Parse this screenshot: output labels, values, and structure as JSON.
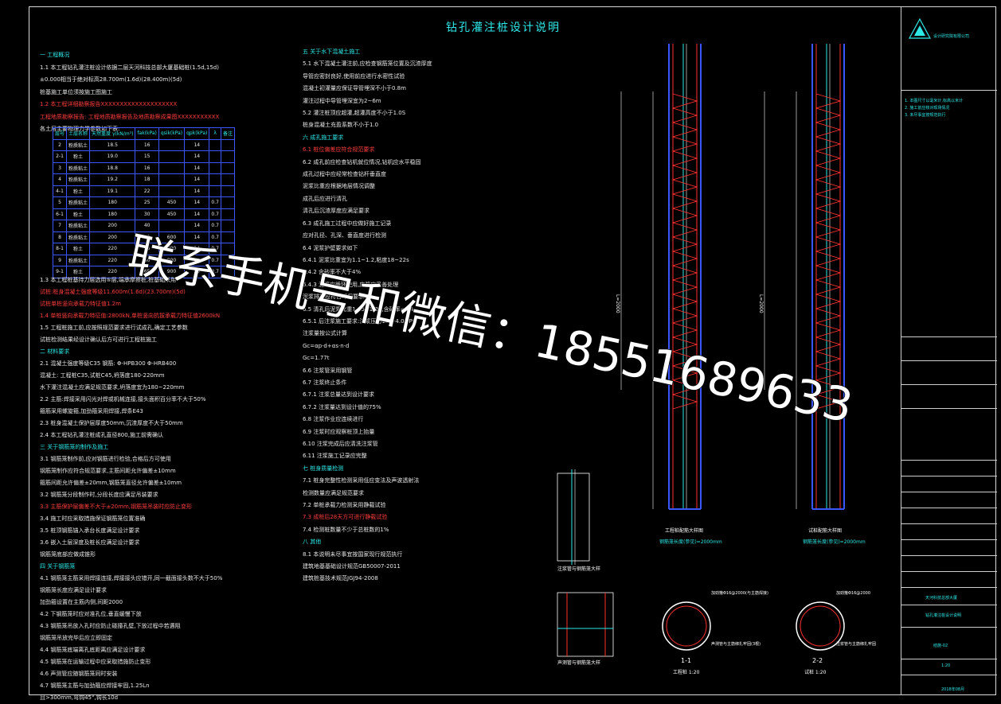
{
  "drawing_title": "钻孔灌注桩设计说明",
  "left_column": [
    {
      "t": "一    工程概况",
      "cls": "c"
    },
    {
      "t": "1.1    本工程钻孔灌注桩设计依据二层天河科技总部大厦基础桩(1.5d,15d)",
      "cls": ""
    },
    {
      "t": "       ±0.000相当于绝对标高28.700m(1.6d)(28.400m)(5d)",
      "cls": ""
    },
    {
      "t": "       桩基施工单位须按施工图施工",
      "cls": ""
    },
    {
      "t": "1.2    本工程详细勘察报告XXXXXXXXXXXXXXXXXXXX",
      "cls": "r"
    },
    {
      "t": "       工程地质勘察报告: 工程地质勘察报告及地质勘察成果图XXXXXXXXXXX",
      "cls": "r"
    },
    {
      "t": "       各土层主要物理力学参数如下表:",
      "cls": ""
    }
  ],
  "left_column_2": [
    {
      "t": "1.3    本工程桩基持力层选用⑤层,端承摩擦桩,桩基础采用",
      "cls": ""
    },
    {
      "t": "       试桩:桩身混凝土强度等级11.600m(1.6d)(23.700m)(5d)",
      "cls": "r"
    },
    {
      "t": "       试桩单桩竖向承载力特征值1.2m",
      "cls": "r"
    },
    {
      "t": "1.4    单桩竖向承载力特征值:2800kN,单桩竖向抗拔承载力特征值2600kN",
      "cls": "r"
    },
    {
      "t": "1.5    工程桩施工前,应按照规范要求进行试成孔,确定工艺参数",
      "cls": ""
    },
    {
      "t": "       试桩检测结果经设计确认后方可进行工程桩施工",
      "cls": ""
    },
    {
      "t": "二    材料要求",
      "cls": "c"
    },
    {
      "t": "2.1    混凝土强度等级C35      钢筋: Φ-HPB300  Φ-HRB400",
      "cls": ""
    },
    {
      "t": "       混凝土: 工程桩C35,试桩C45,坍落度180-220mm",
      "cls": ""
    },
    {
      "t": "       水下灌注混凝土应满足规范要求,坍落度宜为180~220mm",
      "cls": ""
    },
    {
      "t": "2.2    主筋:焊接采用闪光对焊或机械连接,接头面积百分率不大于50%",
      "cls": ""
    },
    {
      "t": "       箍筋采用螺旋箍,加劲箍采用焊接,焊条E43",
      "cls": ""
    },
    {
      "t": "2.3    桩身混凝土保护层厚度50mm,沉渣厚度不大于50mm",
      "cls": ""
    },
    {
      "t": "2.4    本工程钻孔灌注桩成孔直径800,施工前需确认",
      "cls": ""
    },
    {
      "t": "三    关于钢筋笼的制作及施工",
      "cls": "c"
    },
    {
      "t": "3.1    钢筋笼制作前,应对钢筋进行检验,合格后方可使用",
      "cls": ""
    },
    {
      "t": "       钢筋笼制作应符合规范要求,主筋间距允许偏差±10mm",
      "cls": ""
    },
    {
      "t": "       箍筋间距允许偏差±20mm,钢筋笼直径允许偏差±10mm",
      "cls": ""
    },
    {
      "t": "3.2    钢筋笼分段制作时,分段长度应满足吊装要求",
      "cls": ""
    },
    {
      "t": "3.3    主筋保护层偏差不大于±20mm,钢筋笼吊装时应防止变形",
      "cls": "r"
    },
    {
      "t": "3.4    施工时应采取措施保证钢筋笼位置准确",
      "cls": ""
    },
    {
      "t": "3.5    桩顶钢筋锚入承台长度满足设计要求",
      "cls": ""
    },
    {
      "t": "3.6    嵌入土层深度及桩长应满足设计要求",
      "cls": ""
    },
    {
      "t": "       钢筋笼底部应做成锥形",
      "cls": ""
    },
    {
      "t": "四    关于钢筋笼",
      "cls": "c"
    },
    {
      "t": "4.1    钢筋笼主筋采用焊接连接,焊接接头应错开,同一截面接头数不大于50%",
      "cls": ""
    },
    {
      "t": "       钢筋笼长度应满足设计要求",
      "cls": ""
    },
    {
      "t": "       加劲箍设置在主筋内侧,间距2000",
      "cls": ""
    },
    {
      "t": "4.2    下钢筋笼时应对准孔位,垂直缓慢下放",
      "cls": ""
    },
    {
      "t": "4.3    钢筋笼吊放入孔时应防止碰撞孔壁,下放过程中若遇阻",
      "cls": ""
    },
    {
      "t": "       钢筋笼吊放完毕后应立即固定",
      "cls": ""
    },
    {
      "t": "4.4    钢筋笼底端离孔底距离应满足设计要求",
      "cls": ""
    },
    {
      "t": "4.5    钢筋笼在运输过程中应采取措施防止变形",
      "cls": ""
    },
    {
      "t": "4.6    声测管应随钢筋笼同时安装",
      "cls": ""
    },
    {
      "t": "4.7    钢筋笼主筋与加劲箍应焊接牢固,1.25Ln",
      "cls": ""
    },
    {
      "t": "       且>300mm,弯钩45°,钩长10d",
      "cls": ""
    }
  ],
  "middle_column": [
    {
      "t": "五    关于水下混凝土施工",
      "cls": "c"
    },
    {
      "t": "5.1    水下混凝土灌注前,应检查钢筋笼位置及沉渣厚度",
      "cls": ""
    },
    {
      "t": "       导管应密封良好,使用前应进行水密性试验",
      "cls": ""
    },
    {
      "t": "       混凝土初灌量应保证导管埋深不小于0.8m",
      "cls": ""
    },
    {
      "t": "       灌注过程中导管埋深宜为2~6m",
      "cls": ""
    },
    {
      "t": "5.2    灌注桩顶应超灌,超灌高度不小于1.0S",
      "cls": ""
    },
    {
      "t": "       桩身混凝土充盈系数不小于1.0",
      "cls": ""
    },
    {
      "t": "六    成孔施工要求",
      "cls": "c"
    },
    {
      "t": "6.1    桩位偏差应符合规范要求",
      "cls": "r"
    },
    {
      "t": "6.2    成孔前应检查钻机就位情况,钻机应水平稳固",
      "cls": ""
    },
    {
      "t": "       成孔过程中应经常检查钻杆垂直度",
      "cls": ""
    },
    {
      "t": "       泥浆比重应根据地层情况调整",
      "cls": ""
    },
    {
      "t": "       成孔后应进行清孔",
      "cls": ""
    },
    {
      "t": "       清孔后沉渣厚度应满足要求",
      "cls": ""
    },
    {
      "t": "6.3    成孔施工过程中应做好施工记录",
      "cls": ""
    },
    {
      "t": "       应对孔径、孔深、垂直度进行检测",
      "cls": ""
    },
    {
      "t": "6.4    泥浆护壁要求如下",
      "cls": ""
    },
    {
      "t": "6.4.1  泥浆比重宜为1.1~1.2,粘度18~22s",
      "cls": ""
    },
    {
      "t": "6.4.2  含砂率不大于4%",
      "cls": ""
    },
    {
      "t": "6.4.3  泥浆应循环使用,废浆应妥善处理",
      "cls": ""
    },
    {
      "t": "       泥浆排放应符合环保要求",
      "cls": ""
    },
    {
      "t": "6.5    清孔后泥浆比重1.15~1.25,含砂率<8%",
      "cls": ""
    },
    {
      "t": "6.5.1  后注浆施工要求:注浆压力1.2~4.0MPa",
      "cls": ""
    },
    {
      "t": "       注浆量按公式计算",
      "cls": ""
    },
    {
      "t": "       Gc=αp·d+αs·n·d",
      "cls": ""
    },
    {
      "t": "       Gc=1.77t",
      "cls": ""
    },
    {
      "t": "6.6    注浆管采用钢管",
      "cls": ""
    },
    {
      "t": "6.7    注浆终止条件",
      "cls": ""
    },
    {
      "t": "6.7.1  注浆总量达到设计要求",
      "cls": ""
    },
    {
      "t": "6.7.2  注浆量达到设计值的75%",
      "cls": ""
    },
    {
      "t": "6.8    注浆作业应连续进行",
      "cls": ""
    },
    {
      "t": "6.9    注浆时应观察桩顶上抬量",
      "cls": ""
    },
    {
      "t": "6.10   注浆完成后应清洗注浆管",
      "cls": ""
    },
    {
      "t": "6.11   注浆施工记录应完整",
      "cls": ""
    },
    {
      "t": "七    桩身质量检测",
      "cls": "c"
    },
    {
      "t": "7.1    桩身完整性检测采用低应变法及声波透射法",
      "cls": ""
    },
    {
      "t": "       检测数量应满足规范要求",
      "cls": ""
    },
    {
      "t": "7.2    单桩承载力检测采用静载试验",
      "cls": ""
    },
    {
      "t": "7.3    成桩后28天方可进行静载试验",
      "cls": "r"
    },
    {
      "t": "7.4    检测桩数量不少于总桩数的1%",
      "cls": ""
    },
    {
      "t": "八    其他",
      "cls": "c"
    },
    {
      "t": "8.1    本说明未尽事宜按国家现行规范执行",
      "cls": ""
    },
    {
      "t": "       建筑地基基础设计规范GB50007-2011",
      "cls": ""
    },
    {
      "t": "       建筑桩基技术规范JGJ94-2008",
      "cls": ""
    }
  ],
  "soil_table": {
    "headers": [
      "层号",
      "土层名称",
      "天然重度 γ(kN/m³)",
      "fak(kPa)",
      "qsik(kPa)",
      "qpk(kPa)",
      "λ",
      "备注"
    ],
    "rows": [
      [
        "2",
        "粉质粘土",
        "18.5",
        "16",
        "",
        "14",
        "",
        ""
      ],
      [
        "2-1",
        "粉土",
        "19.0",
        "15",
        "",
        "14",
        "",
        ""
      ],
      [
        "3",
        "粉质粘土",
        "18.8",
        "16",
        "",
        "14",
        "",
        ""
      ],
      [
        "4",
        "粉质粘土",
        "19.2",
        "18",
        "",
        "14",
        "",
        ""
      ],
      [
        "4-1",
        "粉土",
        "19.1",
        "22",
        "",
        "14",
        "",
        ""
      ],
      [
        "5",
        "粉质粘土",
        "180",
        "25",
        "450",
        "14",
        "0.7",
        ""
      ],
      [
        "6-1",
        "粉土",
        "180",
        "30",
        "450",
        "14",
        "0.7",
        ""
      ],
      [
        "7",
        "粉质粘土",
        "200",
        "40",
        "",
        "14",
        "0.7",
        ""
      ],
      [
        "8",
        "粉质粘土",
        "200",
        "50",
        "600",
        "14",
        "0.7",
        ""
      ],
      [
        "8-1",
        "粉土",
        "220",
        "55",
        "700",
        "14",
        "0.7",
        ""
      ],
      [
        "9",
        "粉质粘土",
        "220",
        "60",
        "800",
        "14",
        "0.7",
        ""
      ],
      [
        "9-1",
        "粉土",
        "220",
        "65",
        "900",
        "14",
        "0.7",
        ""
      ]
    ]
  },
  "pile_labels": {
    "pile1_caption": "工程桩配筋大样图",
    "pile1_scale": "钢筋笼长度(参见)=2000mm",
    "pile2_caption": "试桩配筋大样图",
    "pile2_scale": "钢筋笼长度(参见)=2000mm",
    "pile1_dim": "L=2000",
    "pile2_dim": "L=2000",
    "section_1": "1-1",
    "section_2": "2-2",
    "section_1_sub": "工程桩 1:20",
    "section_2_sub": "试桩 1:20",
    "detail_a": "注浆管与钢筋笼大样",
    "detail_b": "声测管与钢筋笼大样",
    "sec_note_1a": "加劲箍Φ16@2000(与主筋焊接)",
    "sec_note_1b": "声测管与主筋绑扎牢固(3根)",
    "sec_note_2a": "加劲箍Φ16@2000",
    "sec_note_2b": "注浆管与主筋绑扎牢固"
  },
  "title_block": {
    "company": "设计研究院有限公司",
    "notes": [
      "1. 本图尺寸以毫米计,标高以米计",
      "2. 施工前应核对现场情况",
      "3. 未尽事宜按规范执行"
    ],
    "project": "天河科技总部大厦",
    "drawing_name": "钻孔灌注桩设计说明",
    "drawing_no": "结施-02",
    "scale": "1:20",
    "date": "2018年08月"
  },
  "watermark": "联系手机号和微信：18551689633"
}
